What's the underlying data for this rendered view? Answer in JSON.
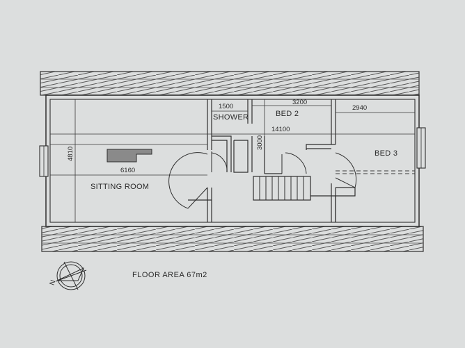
{
  "rooms": {
    "sitting_room": "SITTING ROOM",
    "shower": "SHOWER",
    "bed_2": "BED 2",
    "bed_3": "BED 3"
  },
  "dimensions": {
    "overall_length": "14100",
    "sitting_depth": "4810",
    "sitting_width": "6160",
    "shower_width": "1500",
    "bed2_width": "3200",
    "bed3_width": "2940",
    "bed2_depth": "3000"
  },
  "floor_area": "FLOOR AREA 67m2",
  "compass": {
    "label": "N"
  },
  "colors": {
    "paper": "#dcdede",
    "line": "#2e2e2e",
    "fixture": "#8a8a8a"
  }
}
